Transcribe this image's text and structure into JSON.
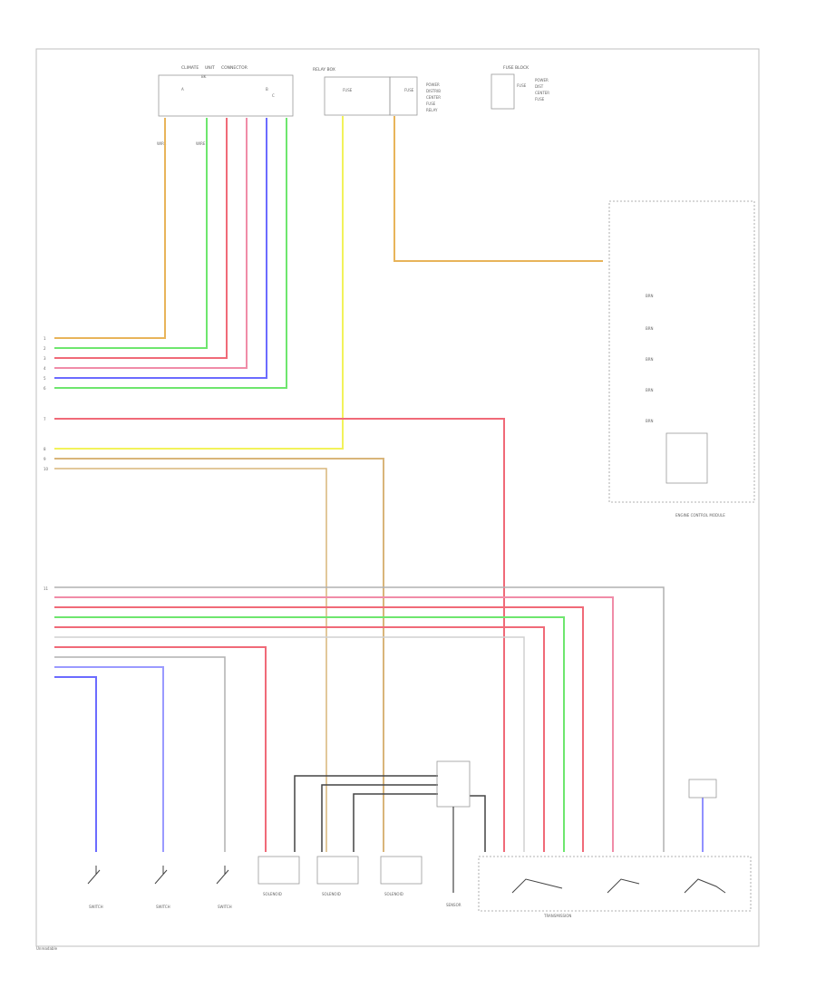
{
  "diagram": {
    "frame_color": "#bfbfbf",
    "wire_colors": {
      "orange": "#e8b45a",
      "green": "#6ee66e",
      "red": "#f06a78",
      "pink": "#f08ca8",
      "blue": "#6b6bff",
      "yellow": "#f2f25a",
      "tan": "#d9b57a",
      "gray": "#b0b0b0",
      "lightblue": "#9a9aff",
      "black": "#444444"
    },
    "labels": {
      "figure_code": "Unreadable",
      "left_connectors": [
        "1",
        "2",
        "3",
        "4",
        "5",
        "6",
        "7",
        "8",
        "9",
        "10",
        "11"
      ],
      "page_mark": "ˇ"
    }
  }
}
